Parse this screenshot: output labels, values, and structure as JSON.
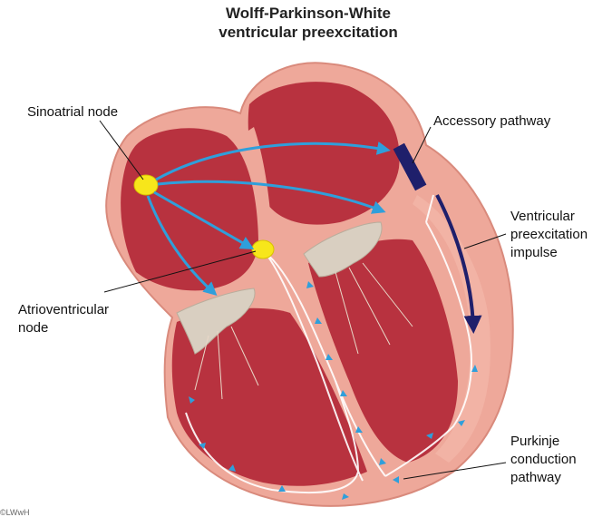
{
  "title": {
    "line1": "Wolff-Parkinson-White",
    "line2": "ventricular preexcitation"
  },
  "labels": {
    "sinoatrial_node": "Sinoatrial node",
    "accessory_pathway": "Accessory pathway",
    "ventricular_impulse_line1": "Ventricular",
    "ventricular_impulse_line2": "preexcitation",
    "ventricular_impulse_line3": "impulse",
    "av_node_line1": "Atrioventricular",
    "av_node_line2": "node",
    "purkinje_line1": "Purkinje",
    "purkinje_line2": "conduction",
    "purkinje_line3": "pathway"
  },
  "copyright": "©LWwH",
  "colors": {
    "heart_outer": "#eea89a",
    "heart_chamber": "#b8323f",
    "heart_dark": "#8e2230",
    "valve": "#d9cfc1",
    "node": "#f7e61b",
    "impulse_arrow": "#2f9fdb",
    "accessory": "#1f1f6b",
    "purkinje": "#ffffff",
    "label_line": "#111111"
  }
}
